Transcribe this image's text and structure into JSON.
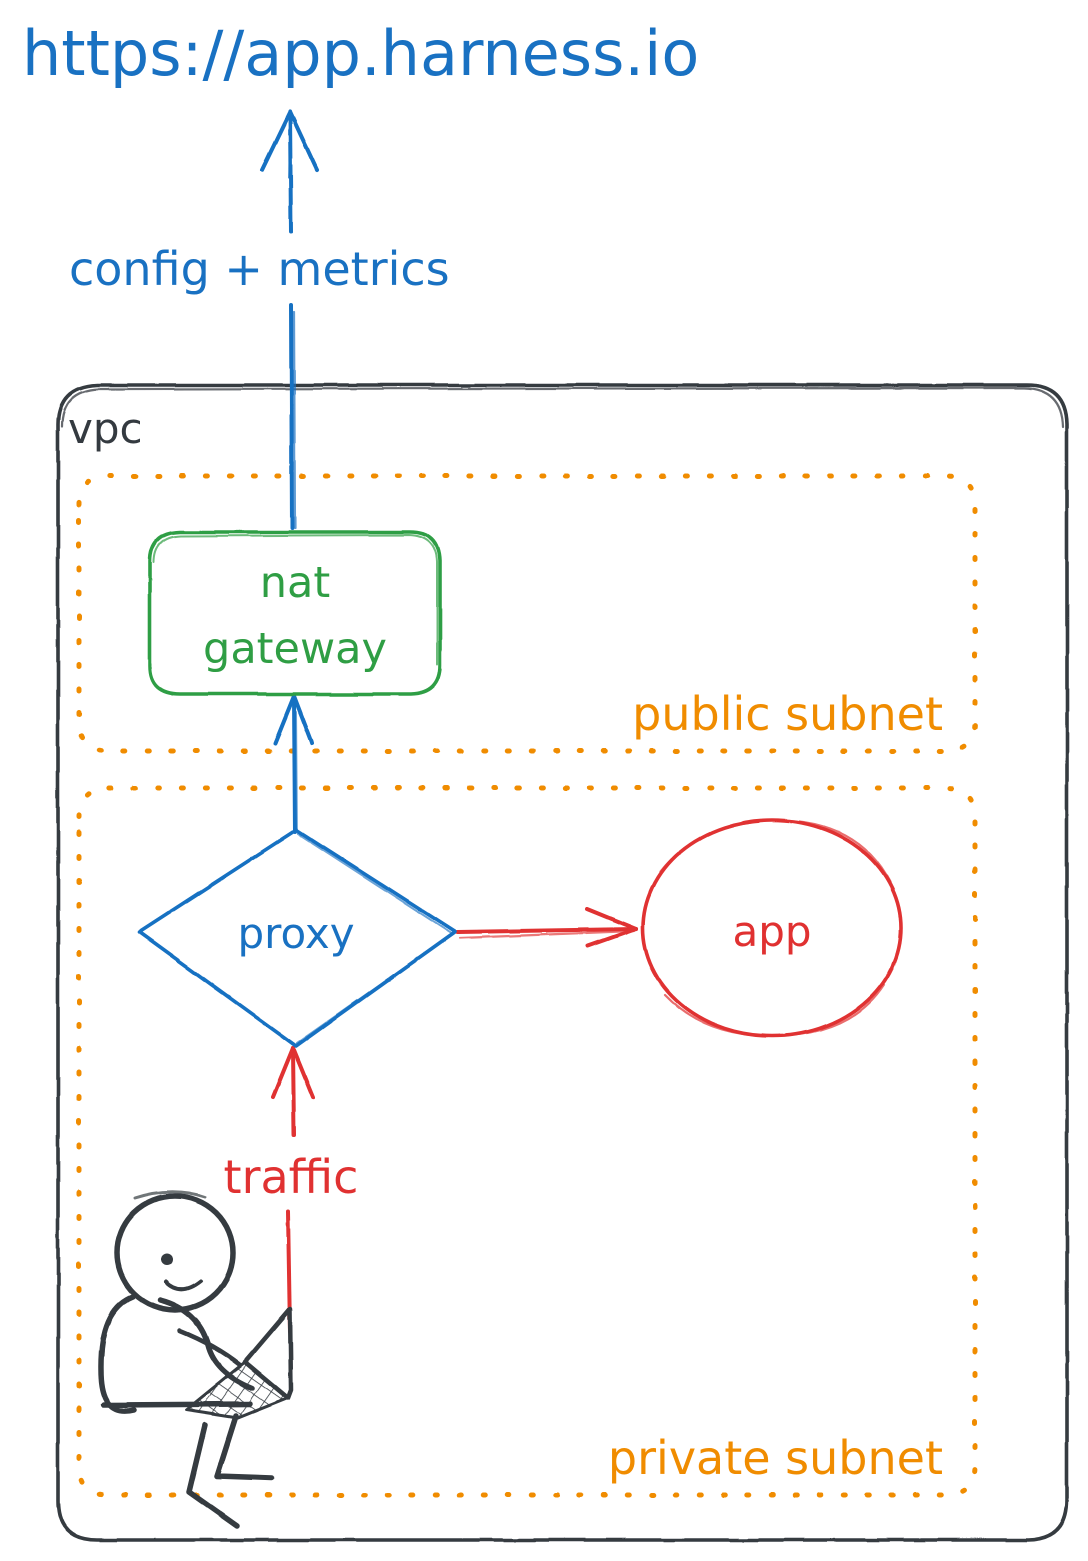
{
  "diagram": {
    "title": "Harness delegate network architecture (hand-drawn style)",
    "background": "#ffffff"
  },
  "colors": {
    "blue": "#1971c2",
    "red": "#e03131",
    "green": "#2f9e44",
    "orange": "#f08c00",
    "dark": "#343a40"
  },
  "labels": {
    "endpoint_url": "https://app.harness.io",
    "config_metrics": "config + metrics",
    "vpc": "vpc",
    "public_subnet": "public subnet",
    "private_subnet": "private subnet",
    "nat_gateway_line1": "nat",
    "nat_gateway_line2": "gateway",
    "proxy": "proxy",
    "app": "app",
    "traffic": "traffic"
  },
  "nodes": [
    {
      "id": "nat-gateway",
      "label": "nat gateway",
      "shape": "rounded-rectangle",
      "color": "#2f9e44",
      "subnet": "public subnet"
    },
    {
      "id": "proxy",
      "label": "proxy",
      "shape": "diamond",
      "color": "#1971c2",
      "subnet": "private subnet"
    },
    {
      "id": "app",
      "label": "app",
      "shape": "ellipse",
      "color": "#e03131",
      "subnet": "private subnet"
    },
    {
      "id": "user",
      "label": "person with laptop",
      "shape": "stick-figure",
      "color": "#343a40",
      "subnet": "private subnet"
    }
  ],
  "edges": [
    {
      "id": "nat-to-internet",
      "from": "nat-gateway",
      "to": "https://app.harness.io",
      "label": "config + metrics",
      "color": "#1971c2",
      "direction": "up"
    },
    {
      "id": "proxy-to-nat",
      "from": "proxy",
      "to": "nat-gateway",
      "label": "",
      "color": "#1971c2",
      "direction": "up"
    },
    {
      "id": "proxy-to-app",
      "from": "proxy",
      "to": "app",
      "label": "",
      "color": "#e03131",
      "direction": "right"
    },
    {
      "id": "user-to-proxy",
      "from": "user",
      "to": "proxy",
      "label": "traffic",
      "color": "#e03131",
      "direction": "up"
    }
  ],
  "containers": [
    {
      "id": "vpc",
      "label": "vpc",
      "style": "solid",
      "color": "#343a40"
    },
    {
      "id": "public-subnet",
      "label": "public subnet",
      "style": "dotted",
      "color": "#f08c00"
    },
    {
      "id": "private-subnet",
      "label": "private subnet",
      "style": "dotted",
      "color": "#f08c00"
    }
  ]
}
